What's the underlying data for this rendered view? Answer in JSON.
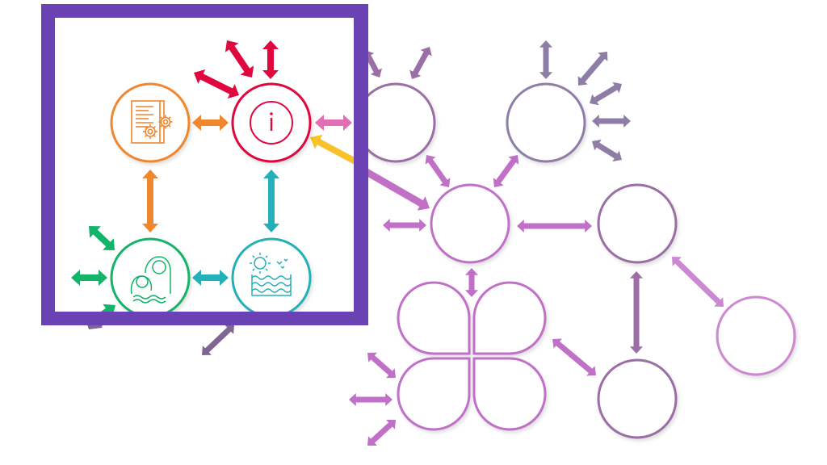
{
  "diagram": {
    "title": "",
    "colors": {
      "frame": "#6a42b3",
      "red": "#e0073f",
      "orange": "#f0862e",
      "green": "#13b469",
      "teal": "#24b0b8",
      "pink": "#e26fb4",
      "yellow": "#f8c22a",
      "violet": "#c170c8",
      "mauve": "#9b6ea5",
      "grey_purple": "#8e7ea6",
      "light_violet": "#cd88d2",
      "dark_mauve": "#7e6690"
    },
    "highlight_frame": {
      "label": "highlighted-group"
    },
    "nodes": [
      {
        "id": "doc-settings",
        "icon": "document-gear-icon",
        "color": "orange"
      },
      {
        "id": "info",
        "icon": "info-icon",
        "color": "red"
      },
      {
        "id": "family-swim",
        "icon": "family-swimming-icon",
        "color": "green"
      },
      {
        "id": "sea-sun",
        "icon": "sea-sun-birds-icon",
        "color": "teal"
      },
      {
        "id": "node-top-a",
        "icon": "",
        "color": "mauve"
      },
      {
        "id": "node-top-b",
        "icon": "",
        "color": "grey_purple"
      },
      {
        "id": "node-center",
        "icon": "",
        "color": "violet"
      },
      {
        "id": "node-right",
        "icon": "",
        "color": "mauve"
      },
      {
        "id": "node-far-right",
        "icon": "",
        "color": "light_violet"
      },
      {
        "id": "node-bottom-right",
        "icon": "",
        "color": "mauve"
      },
      {
        "id": "clover",
        "icon": "four-petal-shape",
        "color": "violet"
      }
    ]
  }
}
